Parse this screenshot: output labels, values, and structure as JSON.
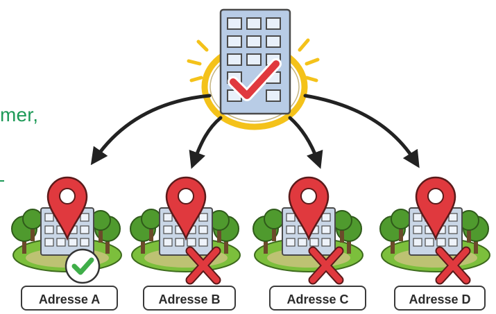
{
  "left_text": "mer,",
  "addresses": [
    {
      "label": "Adresse A",
      "status": "valid"
    },
    {
      "label": "Adresse B",
      "status": "invalid"
    },
    {
      "label": "Adresse C",
      "status": "invalid"
    },
    {
      "label": "Adresse D",
      "status": "invalid"
    }
  ],
  "colors": {
    "accent_green": "#1e9a58",
    "pin_red": "#e0393e",
    "check_green": "#3fae49",
    "ring_yellow": "#f4c21a",
    "building_blue": "#b8cce6"
  }
}
